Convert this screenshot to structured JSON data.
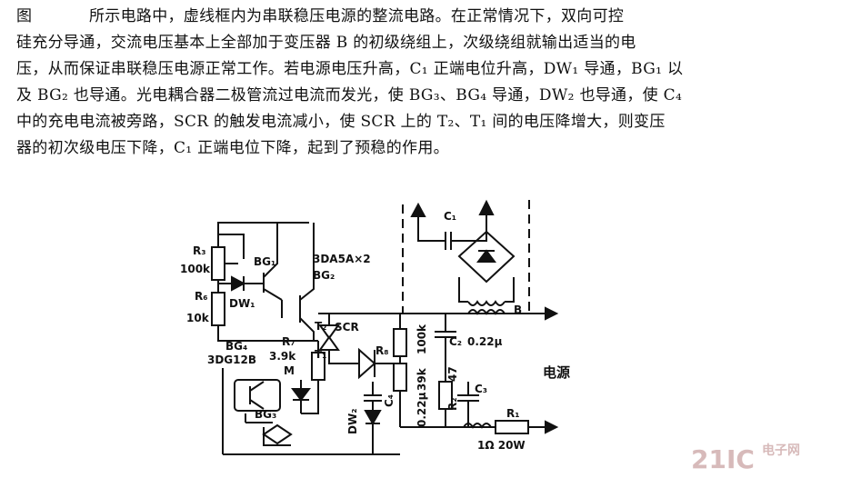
{
  "text": {
    "lines": [
      {
        "lead": "图",
        "body": "所示电路中，虚线框内为串联稳压电源的整流电路。在正常情况下，双向可控"
      },
      {
        "lead": "",
        "body": "硅充分导通，交流电压基本上全部加于变压器 B 的初级绕组上，次级绕组就输出适当的电"
      },
      {
        "lead": "",
        "body": "压，从而保证串联稳压电源正常工作。若电源电压升高，C₁ 正端电位升高，DW₁ 导通，BG₁ 以"
      },
      {
        "lead": "",
        "body": "及 BG₂ 也导通。光电耦合器二极管流过电流而发光，使 BG₃、BG₄ 导通，DW₂ 也导通，使 C₄"
      },
      {
        "lead": "",
        "body": "中的充电电流被旁路，SCR 的触发电流减小，使 SCR 上的 T₂、T₁ 间的电压降增大，则变压"
      },
      {
        "lead": "",
        "body": "器的初次级电压下降，C₁ 正端电位下降，起到了预稳的作用。"
      }
    ]
  },
  "labels": {
    "r3": "R₃",
    "r3_val": "100k",
    "bg1": "BG₁",
    "tr_type": "3DA5A×2",
    "bg2": "BG₂",
    "dw1": "DW₁",
    "r6": "R₆",
    "r6_val": "10k",
    "c1": "C₁",
    "b": "B",
    "t2": "T₂",
    "scr": "SCR",
    "r7": "R₇",
    "r7_val": "3.9k",
    "t1": "T₁",
    "bg4": "BG₄",
    "bg4_type": "3DG12B",
    "bg3": "BG₃",
    "m": "M",
    "r8": "R₈",
    "r_100k": "100k",
    "c2": "C₂",
    "c2_val": "0.22μ",
    "r_39k": "39k",
    "r2": "R₂",
    "r2_val": "47",
    "c3": "C₃",
    "c4": "C₄",
    "c4_val": "0.22μ",
    "dw2": "DW₂",
    "r1": "R₁",
    "r1_val": "1Ω 20W",
    "power": "电源"
  },
  "watermark": {
    "brand": "21IC",
    "site": "电子网"
  }
}
